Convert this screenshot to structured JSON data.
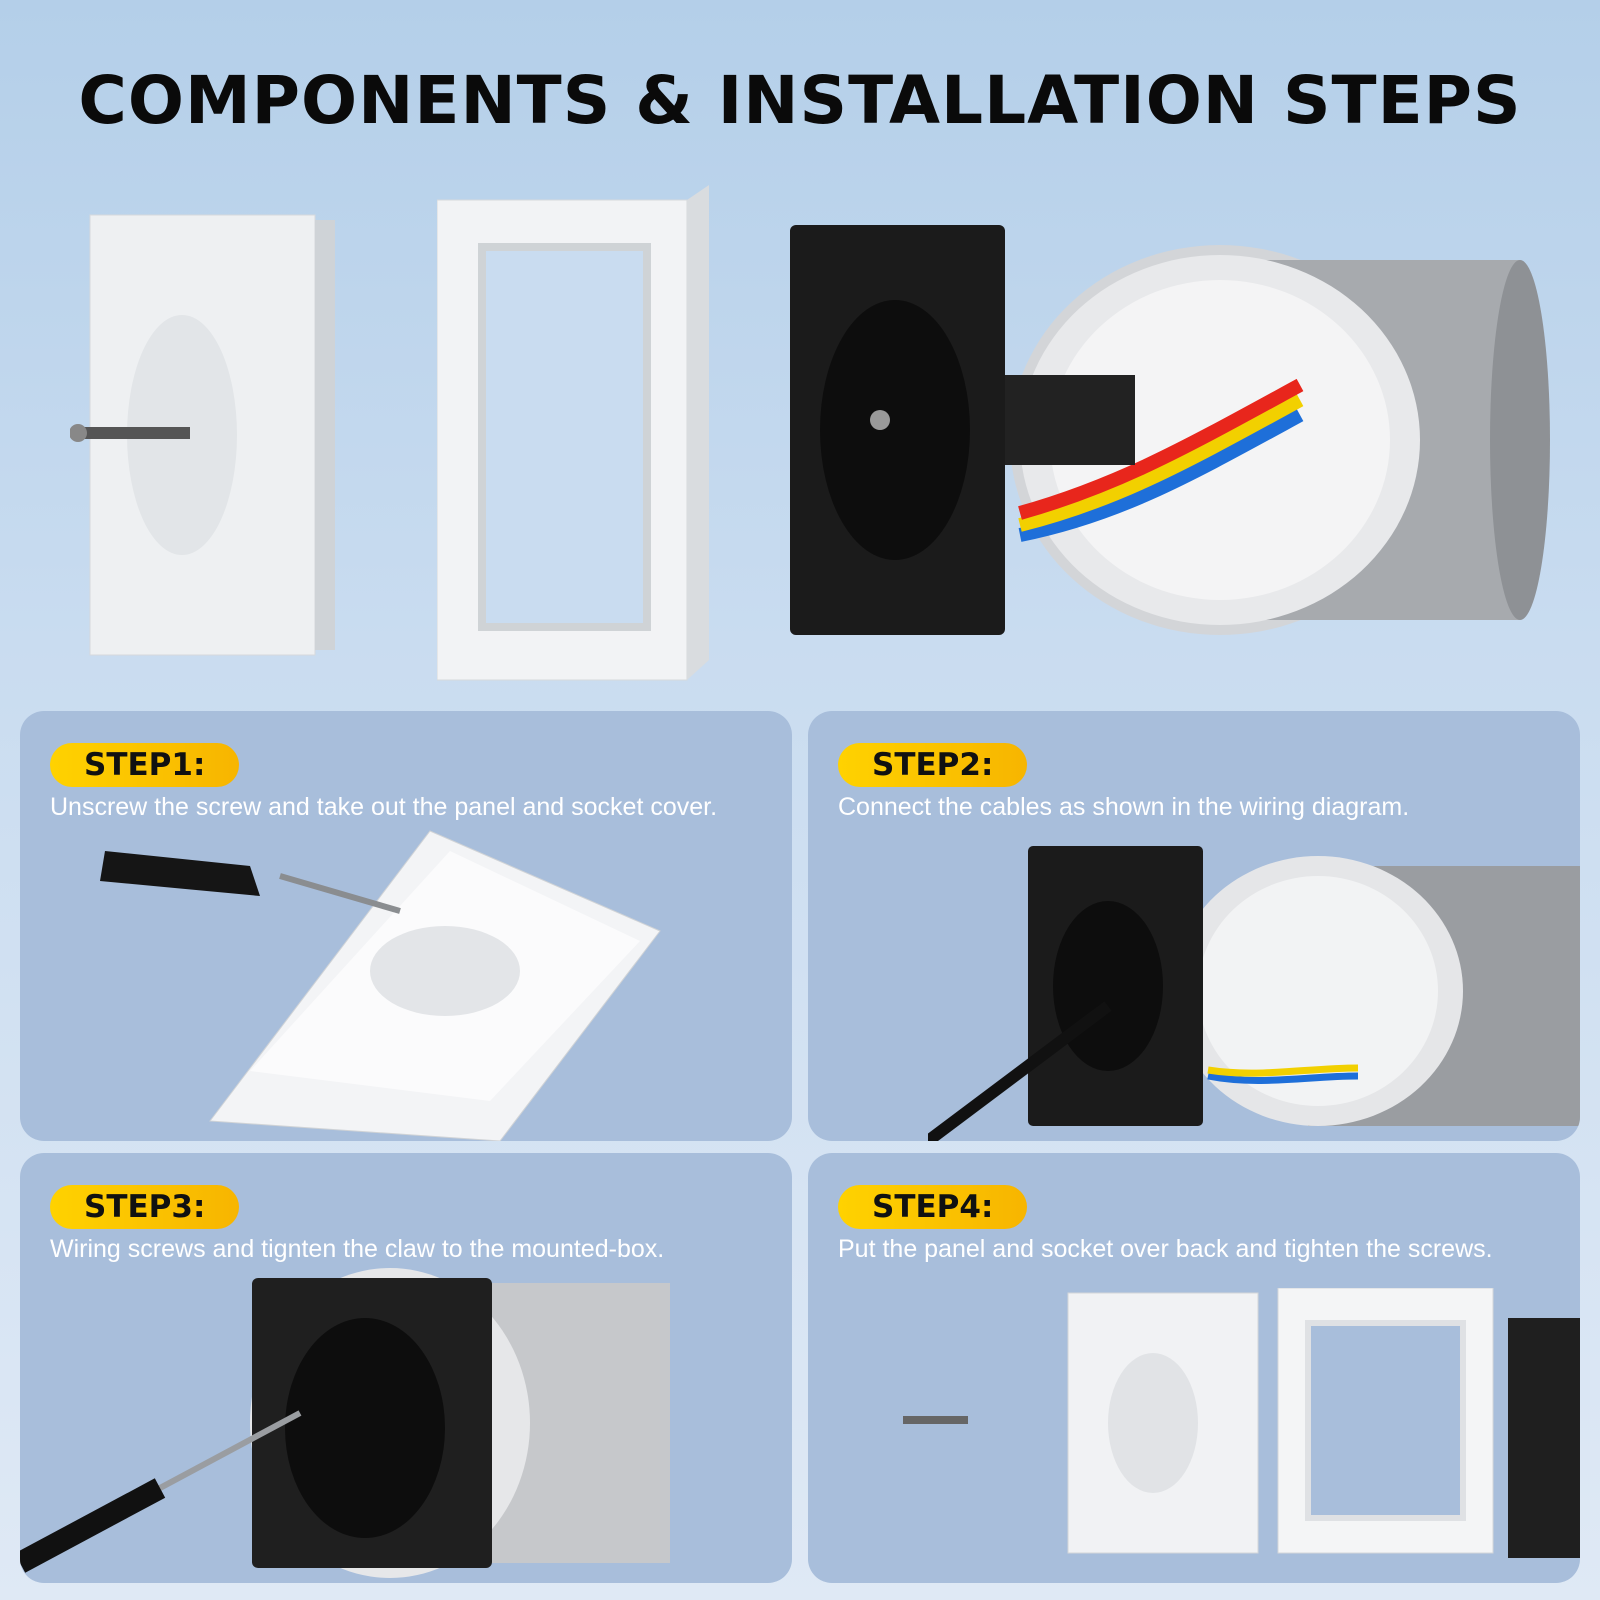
{
  "title": "COMPONENTS & INSTALLATION STEPS",
  "steps": [
    {
      "label": "STEP1:",
      "text": "Unscrew the screw and take out the panel and socket cover."
    },
    {
      "label": "STEP2:",
      "text": "Connect the cables as shown in the wiring diagram."
    },
    {
      "label": "STEP3:",
      "text": "Wiring screws and tignten the claw to the mounted-box."
    },
    {
      "label": "STEP4:",
      "text": "Put the panel and socket over back and tighten the screws."
    }
  ],
  "colors": {
    "badge": "#ffd200",
    "panel": "#a8bedb",
    "wire_red": "#e8261c",
    "wire_yellow": "#f2d000",
    "wire_blue": "#1e6fd9"
  }
}
